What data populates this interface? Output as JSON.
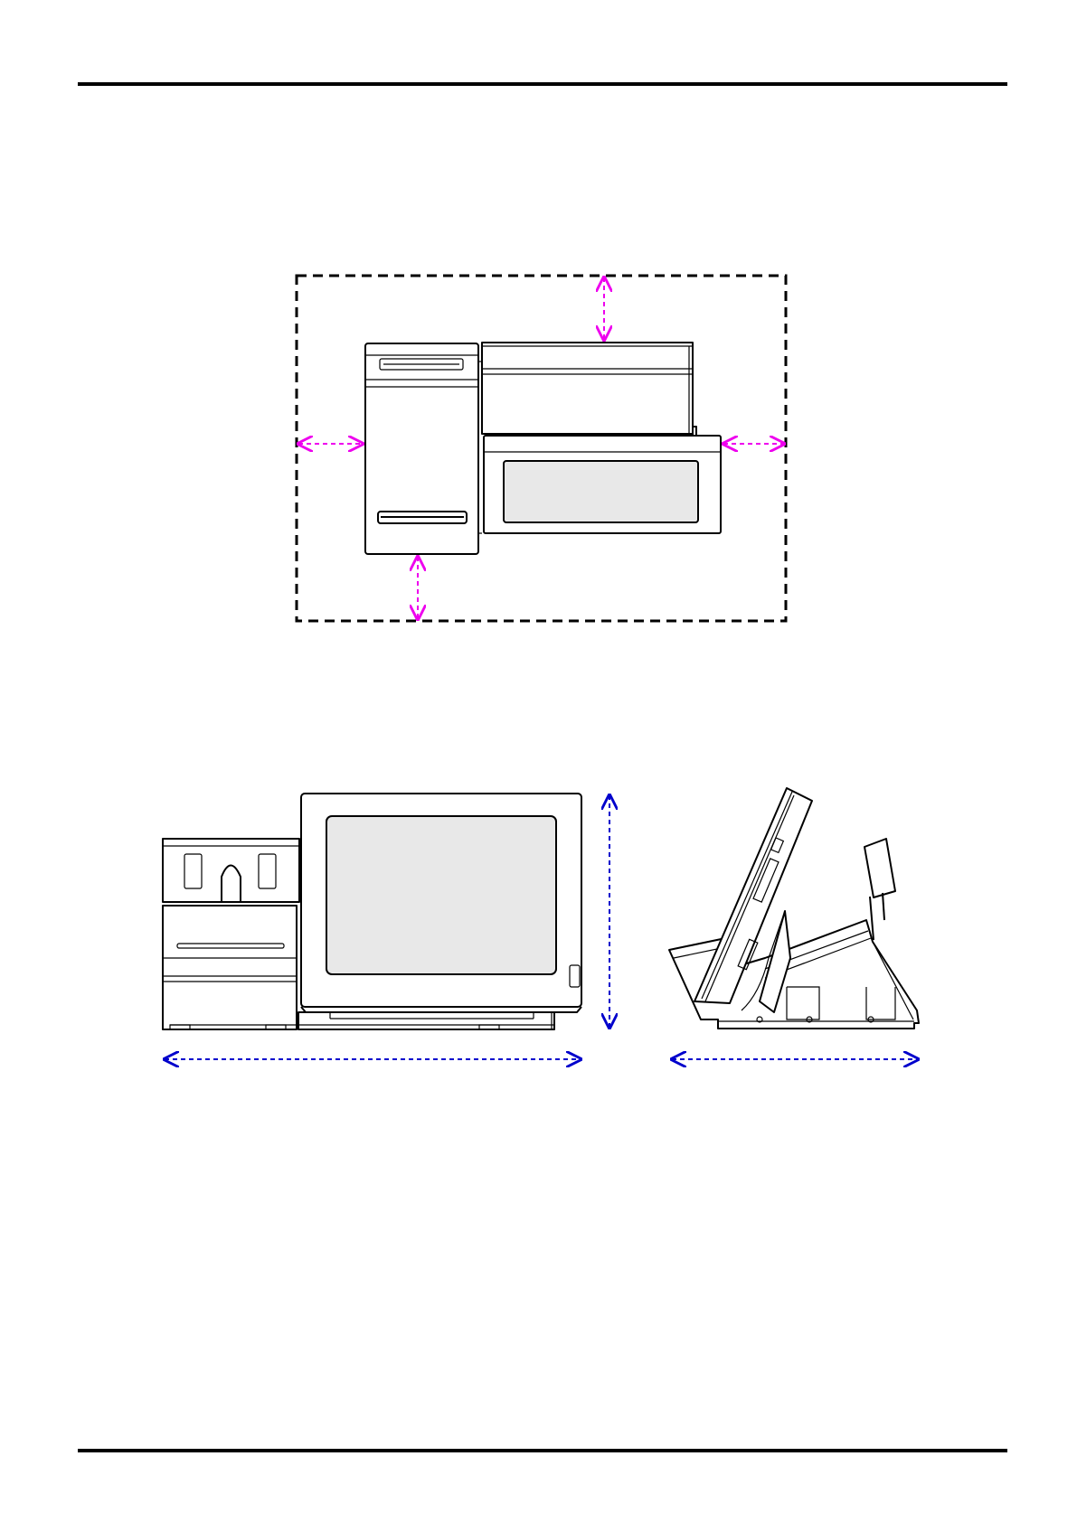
{
  "colors": {
    "clearance_arrow": "#ee00ee",
    "dimension_arrow": "#0000cc",
    "outline": "#000000",
    "screen_fill": "#e8e8e8"
  },
  "views": [
    {
      "name": "top-view"
    },
    {
      "name": "front-view"
    },
    {
      "name": "side-view"
    }
  ]
}
